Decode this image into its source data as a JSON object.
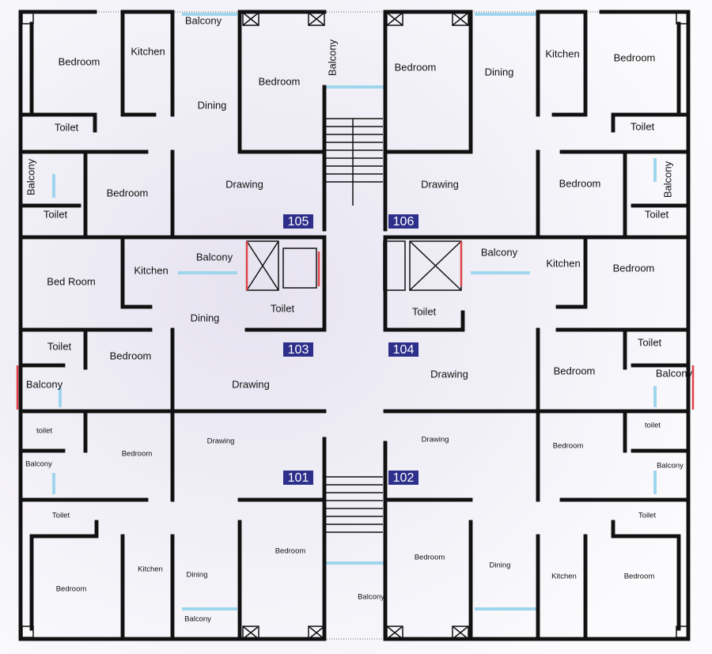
{
  "units": [
    {
      "number": "105",
      "rooms": [
        "Balcony",
        "Kitchen",
        "Bedroom",
        "Bedroom",
        "Balcony",
        "Dining",
        "Toilet",
        "Balcony",
        "Bedroom",
        "Drawing",
        "Toilet"
      ]
    },
    {
      "number": "106",
      "rooms": [
        "Bedroom",
        "Dining",
        "Kitchen",
        "Bedroom",
        "Toilet",
        "Drawing",
        "Bedroom",
        "Balcony",
        "Toilet"
      ]
    },
    {
      "number": "103",
      "rooms": [
        "Bed Room",
        "Kitchen",
        "Balcony",
        "Toilet",
        "Dining",
        "Toilet",
        "Bedroom",
        "Drawing",
        "Balcony"
      ]
    },
    {
      "number": "104",
      "rooms": [
        "Balcony",
        "Kitchen",
        "Bedroom",
        "Toilet",
        "Drawing",
        "Toilet",
        "Bedroom",
        "Balcony"
      ]
    },
    {
      "number": "101",
      "rooms": [
        "toilet",
        "Bedroom",
        "Drawing",
        "Balcony",
        "Toilet",
        "Kitchen",
        "Dining",
        "Bedroom",
        "Bedroom",
        "Balcony"
      ]
    },
    {
      "number": "102",
      "rooms": [
        "Drawing",
        "toilet",
        "Bedroom",
        "Balcony",
        "Toilet",
        "Bedroom",
        "Dining",
        "Kitchen",
        "Bedroom",
        "Balcony"
      ]
    }
  ],
  "colors": {
    "wall": "#111111",
    "window": "#9fd6ee",
    "badge": "#2d2f8a",
    "accent": "#e0434a"
  }
}
